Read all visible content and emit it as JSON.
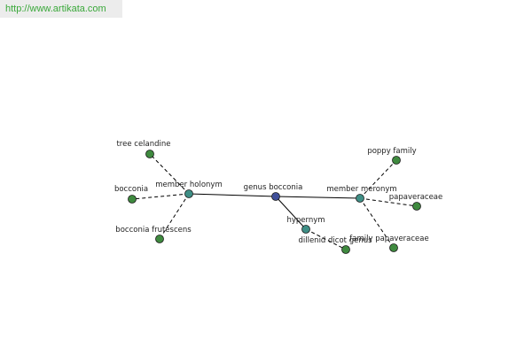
{
  "banner": {
    "url": "http://www.artikata.com"
  },
  "graph": {
    "colors": {
      "center": "#3f4f9a",
      "relation": "#3f8f86",
      "leaf": "#3f8a3f",
      "edge": "#000000",
      "text": "#222222"
    },
    "nodes": [
      {
        "id": "genus-bocconia",
        "label": "genus bocconia",
        "kind": "center"
      },
      {
        "id": "member-holonym",
        "label": "member holonym",
        "kind": "relation"
      },
      {
        "id": "member-meronym",
        "label": "member meronym",
        "kind": "relation"
      },
      {
        "id": "hypernym",
        "label": "hypernym",
        "kind": "relation"
      },
      {
        "id": "tree-celandine",
        "label": "tree celandine",
        "kind": "leaf"
      },
      {
        "id": "bocconia",
        "label": "bocconia",
        "kind": "leaf"
      },
      {
        "id": "bocconia-frutescens",
        "label": "bocconia frutescens",
        "kind": "leaf"
      },
      {
        "id": "poppy-family",
        "label": "poppy family",
        "kind": "leaf"
      },
      {
        "id": "papaveraceae",
        "label": "papaveraceae",
        "kind": "leaf"
      },
      {
        "id": "family-papaveraceae",
        "label": "family papaveraceae",
        "kind": "leaf"
      },
      {
        "id": "dilenid-dicot-genus",
        "label": "dillenid dicot genus",
        "kind": "leaf"
      }
    ],
    "edges": [
      {
        "from": "genus-bocconia",
        "to": "member-holonym",
        "style": "solid"
      },
      {
        "from": "genus-bocconia",
        "to": "member-meronym",
        "style": "solid"
      },
      {
        "from": "genus-bocconia",
        "to": "hypernym",
        "style": "solid"
      },
      {
        "from": "member-holonym",
        "to": "tree-celandine",
        "style": "dashed"
      },
      {
        "from": "member-holonym",
        "to": "bocconia",
        "style": "dashed"
      },
      {
        "from": "member-holonym",
        "to": "bocconia-frutescens",
        "style": "dashed"
      },
      {
        "from": "member-meronym",
        "to": "poppy-family",
        "style": "dashed"
      },
      {
        "from": "member-meronym",
        "to": "papaveraceae",
        "style": "dashed"
      },
      {
        "from": "member-meronym",
        "to": "family-papaveraceae",
        "style": "dashed"
      },
      {
        "from": "hypernym",
        "to": "dilenid-dicot-genus",
        "style": "dashed"
      }
    ]
  }
}
